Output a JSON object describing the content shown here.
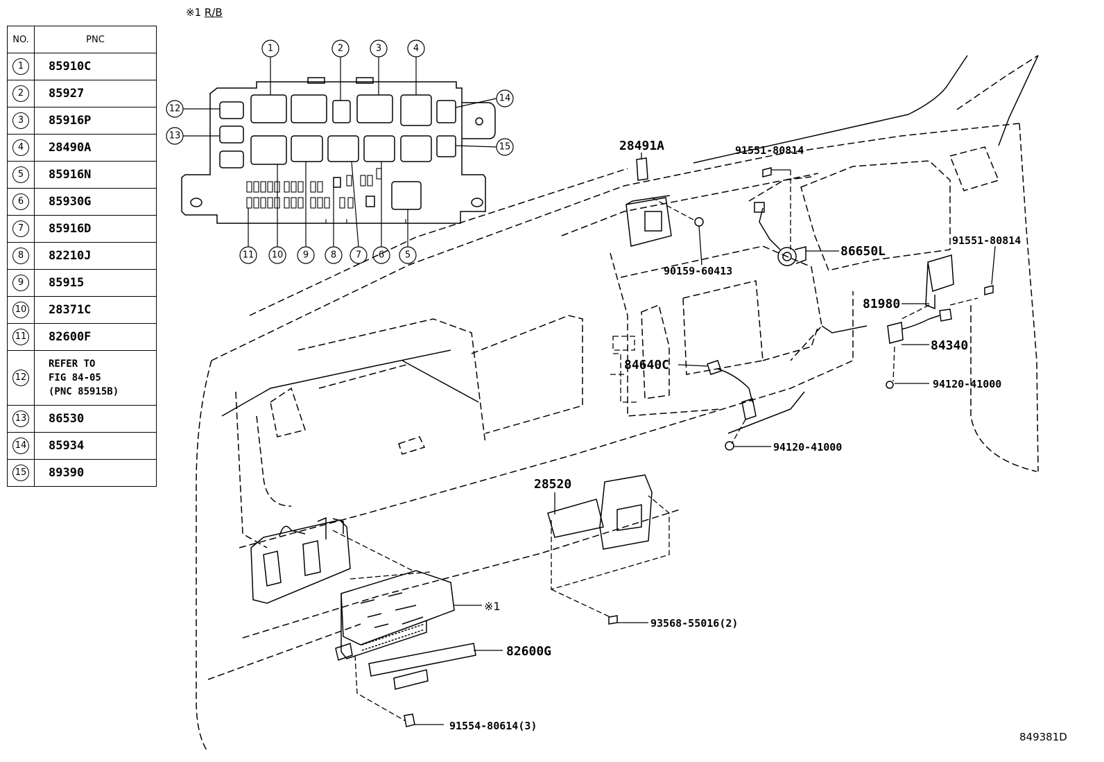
{
  "header": {
    "mark": "※1",
    "name": "R/B"
  },
  "table": {
    "col_no": "NO.",
    "col_pnc": "PNC",
    "rows": [
      {
        "no": "1",
        "pnc": "85910C"
      },
      {
        "no": "2",
        "pnc": "85927"
      },
      {
        "no": "3",
        "pnc": "85916P"
      },
      {
        "no": "4",
        "pnc": "28490A"
      },
      {
        "no": "5",
        "pnc": "85916N"
      },
      {
        "no": "6",
        "pnc": "85930G"
      },
      {
        "no": "7",
        "pnc": "85916D"
      },
      {
        "no": "8",
        "pnc": "82210J"
      },
      {
        "no": "9",
        "pnc": "85915"
      },
      {
        "no": "10",
        "pnc": "28371C"
      },
      {
        "no": "11",
        "pnc": "82600F"
      },
      {
        "no": "12",
        "pnc": "REFER TO\nFIG 84-05\n(PNC 85915B)"
      },
      {
        "no": "13",
        "pnc": "86530"
      },
      {
        "no": "14",
        "pnc": "85934"
      },
      {
        "no": "15",
        "pnc": "89390"
      }
    ]
  },
  "relay_block_callouts": [
    "1",
    "2",
    "3",
    "4",
    "5",
    "6",
    "7",
    "8",
    "9",
    "10",
    "11",
    "12",
    "13",
    "14",
    "15"
  ],
  "parts": {
    "p28491a": "28491A",
    "p91551a": "91551-80814",
    "p86650l": "86650L",
    "p90159": "90159-60413",
    "p91551b": "91551-80814",
    "p81980": "81980",
    "p84340": "84340",
    "p84640c": "84640C",
    "p94120a": "94120-41000",
    "p94120b": "94120-41000",
    "p28520": "28520",
    "mark1": "※1",
    "p93568": "93568-55016(2)",
    "p82600g": "82600G",
    "p91554": "91554-80614(3)"
  },
  "figure_id": "849381D"
}
